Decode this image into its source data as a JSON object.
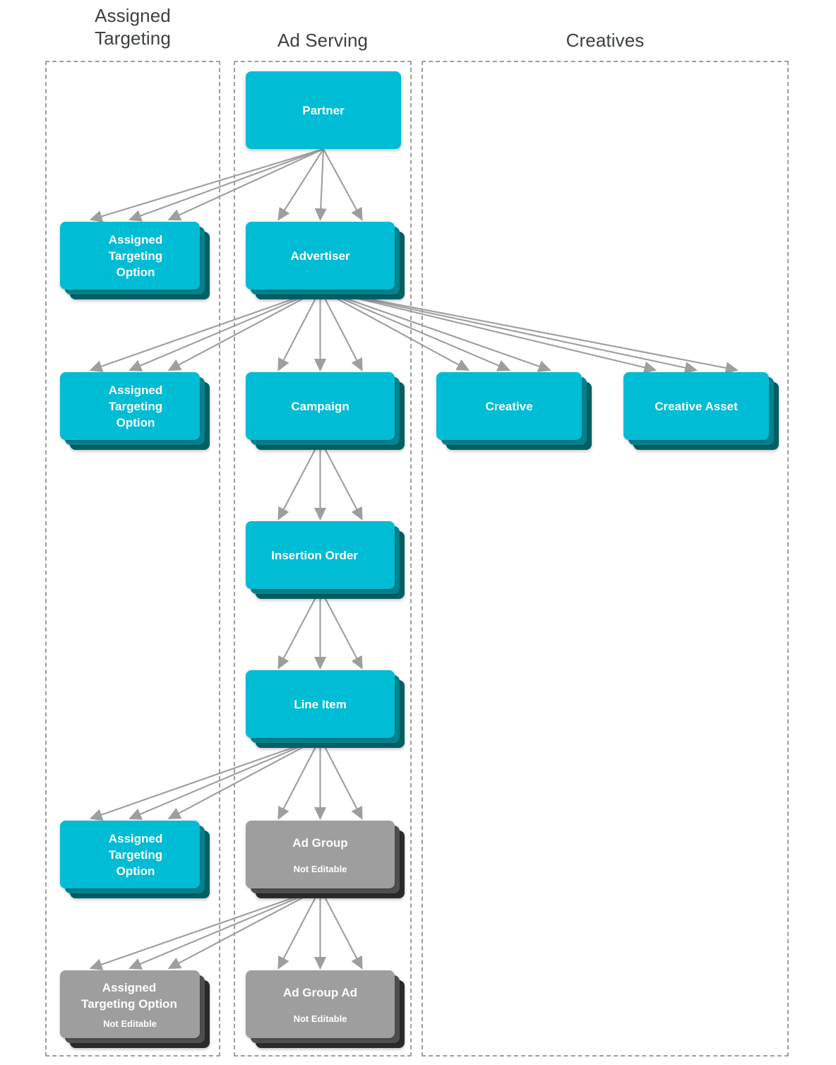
{
  "diagram": {
    "type": "hierarchy-diagram",
    "title": "",
    "background_color": "#ffffff",
    "palette": {
      "teal_front": "#00bcd4",
      "teal_mid": "#00838f",
      "teal_back": "#006064",
      "grey_front": "#9e9e9e",
      "grey_mid": "#4f4f4f",
      "grey_back": "#2b2b2b",
      "edge": "#9e9e9e",
      "lane_border": "#9e9e9e",
      "heading_text": "#3c4043",
      "node_text": "#ffffff"
    }
  },
  "columns": [
    {
      "id": "assigned-targeting",
      "title": "Assigned\nTargeting",
      "title_line1": "Assigned",
      "title_line2": "Targeting"
    },
    {
      "id": "ad-serving",
      "title": "Ad Serving"
    },
    {
      "id": "creatives",
      "title": "Creatives"
    }
  ],
  "nodes": [
    {
      "id": "partner",
      "label": "Partner",
      "sublabel": "",
      "column": "ad-serving",
      "style": "teal",
      "stacked": false,
      "editable": true
    },
    {
      "id": "ato-partner",
      "label": "Assigned\nTargeting\nOption",
      "sublabel": "",
      "column": "assigned-targeting",
      "style": "teal",
      "stacked": true,
      "editable": true
    },
    {
      "id": "advertiser",
      "label": "Advertiser",
      "sublabel": "",
      "column": "ad-serving",
      "style": "teal",
      "stacked": true,
      "editable": true
    },
    {
      "id": "ato-advertiser",
      "label": "Assigned\nTargeting\nOption",
      "sublabel": "",
      "column": "assigned-targeting",
      "style": "teal",
      "stacked": true,
      "editable": true
    },
    {
      "id": "campaign",
      "label": "Campaign",
      "sublabel": "",
      "column": "ad-serving",
      "style": "teal",
      "stacked": true,
      "editable": true
    },
    {
      "id": "creative",
      "label": "Creative",
      "sublabel": "",
      "column": "creatives",
      "style": "teal",
      "stacked": true,
      "editable": true
    },
    {
      "id": "creative-asset",
      "label": "Creative Asset",
      "sublabel": "",
      "column": "creatives",
      "style": "teal",
      "stacked": true,
      "editable": true
    },
    {
      "id": "insertion-order",
      "label": "Insertion Order",
      "sublabel": "",
      "column": "ad-serving",
      "style": "teal",
      "stacked": true,
      "editable": true
    },
    {
      "id": "line-item",
      "label": "Line Item",
      "sublabel": "",
      "column": "ad-serving",
      "style": "teal",
      "stacked": true,
      "editable": true
    },
    {
      "id": "ato-line-item",
      "label": "Assigned\nTargeting\nOption",
      "sublabel": "",
      "column": "assigned-targeting",
      "style": "teal",
      "stacked": true,
      "editable": true
    },
    {
      "id": "ad-group",
      "label": "Ad Group",
      "sublabel": "Not Editable",
      "column": "ad-serving",
      "style": "grey",
      "stacked": true,
      "editable": false
    },
    {
      "id": "ato-ad-group",
      "label": "Assigned\nTargeting Option",
      "sublabel": "Not Editable",
      "column": "assigned-targeting",
      "style": "grey",
      "stacked": true,
      "editable": false
    },
    {
      "id": "ad-group-ad",
      "label": "Ad Group Ad",
      "sublabel": "Not Editable",
      "column": "ad-serving",
      "style": "grey",
      "stacked": true,
      "editable": false
    }
  ],
  "edges": [
    {
      "from": "partner",
      "to": "ato-partner",
      "multiplicity": 3
    },
    {
      "from": "partner",
      "to": "advertiser",
      "multiplicity": 3
    },
    {
      "from": "advertiser",
      "to": "ato-advertiser",
      "multiplicity": 3
    },
    {
      "from": "advertiser",
      "to": "campaign",
      "multiplicity": 3
    },
    {
      "from": "advertiser",
      "to": "creative",
      "multiplicity": 3
    },
    {
      "from": "advertiser",
      "to": "creative-asset",
      "multiplicity": 3
    },
    {
      "from": "campaign",
      "to": "insertion-order",
      "multiplicity": 3
    },
    {
      "from": "insertion-order",
      "to": "line-item",
      "multiplicity": 3
    },
    {
      "from": "line-item",
      "to": "ato-line-item",
      "multiplicity": 3
    },
    {
      "from": "line-item",
      "to": "ad-group",
      "multiplicity": 3
    },
    {
      "from": "ad-group",
      "to": "ato-ad-group",
      "multiplicity": 3
    },
    {
      "from": "ad-group",
      "to": "ad-group-ad",
      "multiplicity": 3
    }
  ]
}
